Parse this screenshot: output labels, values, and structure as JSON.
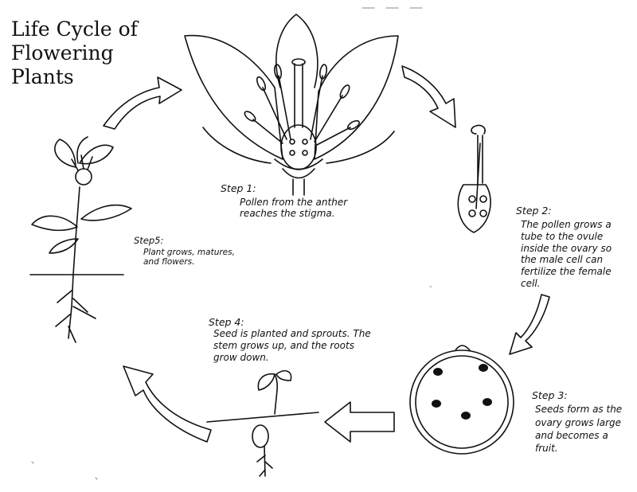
{
  "title": {
    "line1": "Life Cycle of",
    "line2": "Flowering",
    "line3": "Plants"
  },
  "steps": [
    {
      "label": "Step 1:",
      "text": "Pollen from the anther reaches the stigma."
    },
    {
      "label": "Step 2:",
      "text": "The pollen grows a tube to the ovule inside the ovary so the male cell can fertilize the female cell."
    },
    {
      "label": "Step 3:",
      "text": "Seeds form as the ovary grows large and becomes a fruit."
    },
    {
      "label": "Step 4:",
      "text": "Seed is planted and sprouts. The stem grows up, and the roots grow down."
    },
    {
      "label": "Step5:",
      "text": "Plant grows, matures, and flowers."
    }
  ],
  "colors": {
    "ink": "#111111",
    "paper": "#ffffff"
  }
}
